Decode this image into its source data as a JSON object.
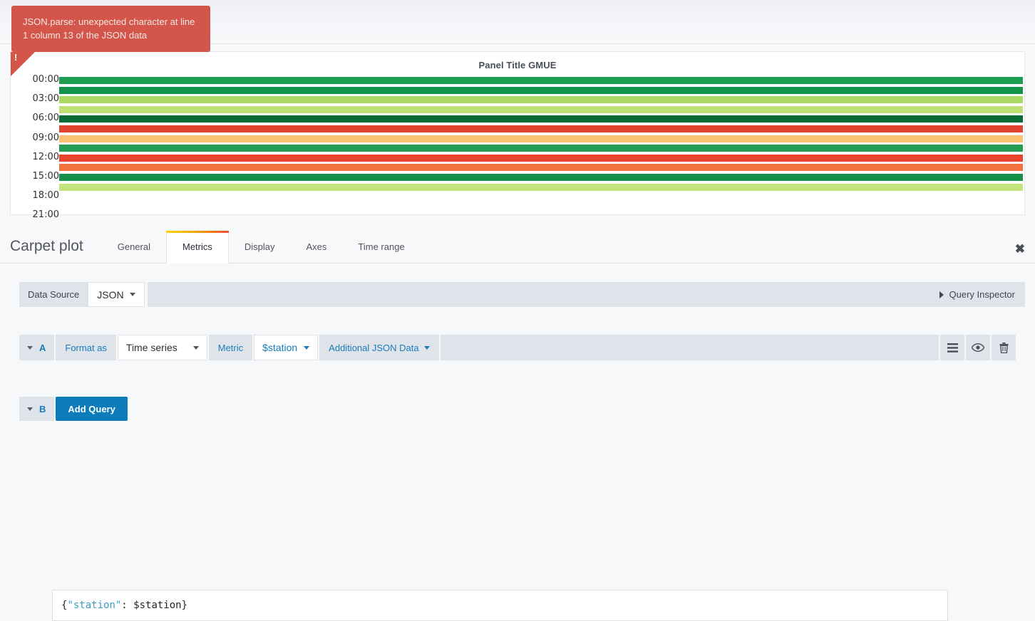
{
  "error_tooltip": {
    "message": "JSON.parse: unexpected character at line 1 column 13 of the JSON data",
    "mark": "!",
    "color": "#d4564a"
  },
  "panel": {
    "title": "Panel Title GMUE"
  },
  "chart_data": {
    "type": "heatmap",
    "title": "Panel Title GMUE",
    "xlabel": "",
    "ylabel": "",
    "grid": false,
    "legend": null,
    "y_tick_labels": [
      "00:00",
      "03:00",
      "06:00",
      "09:00",
      "12:00",
      "15:00",
      "18:00",
      "21:00"
    ],
    "rows": [
      {
        "index": 0,
        "color": "#1d9e53"
      },
      {
        "index": 1,
        "color": "#13924a"
      },
      {
        "index": 2,
        "color": "#aada64"
      },
      {
        "index": 3,
        "color": "#bde072"
      },
      {
        "index": 4,
        "color": "#066b34"
      },
      {
        "index": 5,
        "color": "#e04430"
      },
      {
        "index": 6,
        "color": "#fbc173"
      },
      {
        "index": 7,
        "color": "#249a53"
      },
      {
        "index": 8,
        "color": "#e8452e"
      },
      {
        "index": 9,
        "color": "#f1713f"
      },
      {
        "index": 10,
        "color": "#159049"
      },
      {
        "index": 11,
        "color": "#c3e37c"
      }
    ]
  },
  "editor": {
    "title": "Carpet plot",
    "close_label": "✖",
    "tabs": [
      {
        "label": "General",
        "active": false
      },
      {
        "label": "Metrics",
        "active": true
      },
      {
        "label": "Display",
        "active": false
      },
      {
        "label": "Axes",
        "active": false
      },
      {
        "label": "Time range",
        "active": false
      }
    ],
    "datasource": {
      "label": "Data Source",
      "value": "JSON"
    },
    "query_inspector": {
      "label": "Query Inspector"
    },
    "queries": [
      {
        "letter": "A",
        "format_as_label": "Format as",
        "format_as_value": "Time series",
        "metric_label": "Metric",
        "metric_value": "$station",
        "additional_json_label": "Additional JSON Data",
        "json_body_prefix": "{",
        "json_body_key": "\"station\"",
        "json_body_suffix": ": $station}",
        "actions": {
          "menu": "menu-icon",
          "eye": "eye-icon",
          "trash": "trash-icon"
        }
      },
      {
        "letter": "B",
        "add_query_label": "Add Query"
      }
    ]
  }
}
